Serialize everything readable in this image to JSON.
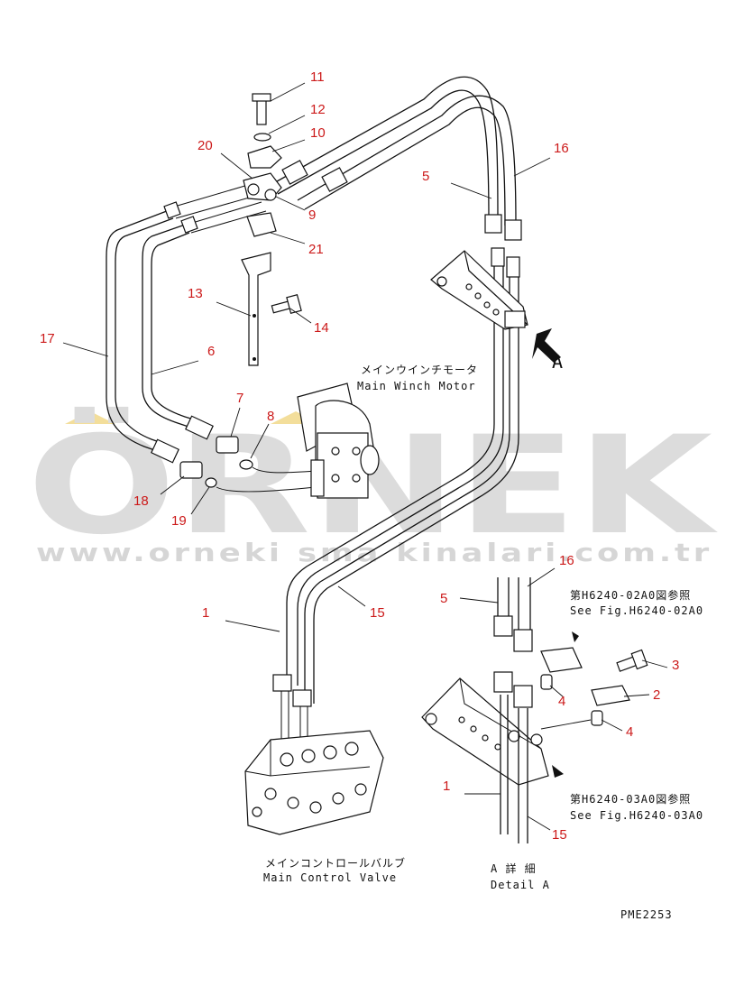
{
  "watermark": {
    "brand": "ÖRNEK",
    "url": "www.orneki sma kinalari.com.tr"
  },
  "labels": {
    "motor_jp": "メインウインチモータ",
    "motor_en": "Main Winch Motor",
    "valve_jp": "メインコントロールバルブ",
    "valve_en": "Main Control Valve",
    "ref_a_jp": "第H6240-02A0図参照",
    "ref_a_en": "See Fig.H6240-02A0",
    "ref_b_jp": "第H6240-03A0図参照",
    "ref_b_en": "See Fig.H6240-03A0",
    "detail_jp": "A 詳 細",
    "detail_en": "Detail A",
    "view_arrow": "A",
    "drawing_no": "PME2253"
  },
  "callouts": {
    "c1": "1",
    "c1b": "1",
    "c2": "2",
    "c3": "3",
    "c4a": "4",
    "c4b": "4",
    "c5": "5",
    "c5b": "5",
    "c6": "6",
    "c7": "7",
    "c8": "8",
    "c9": "9",
    "c10": "10",
    "c11": "11",
    "c12": "12",
    "c13": "13",
    "c14": "14",
    "c15": "15",
    "c15b": "15",
    "c16": "16",
    "c16b": "16",
    "c17": "17",
    "c18": "18",
    "c19": "19",
    "c20": "20",
    "c21": "21"
  }
}
